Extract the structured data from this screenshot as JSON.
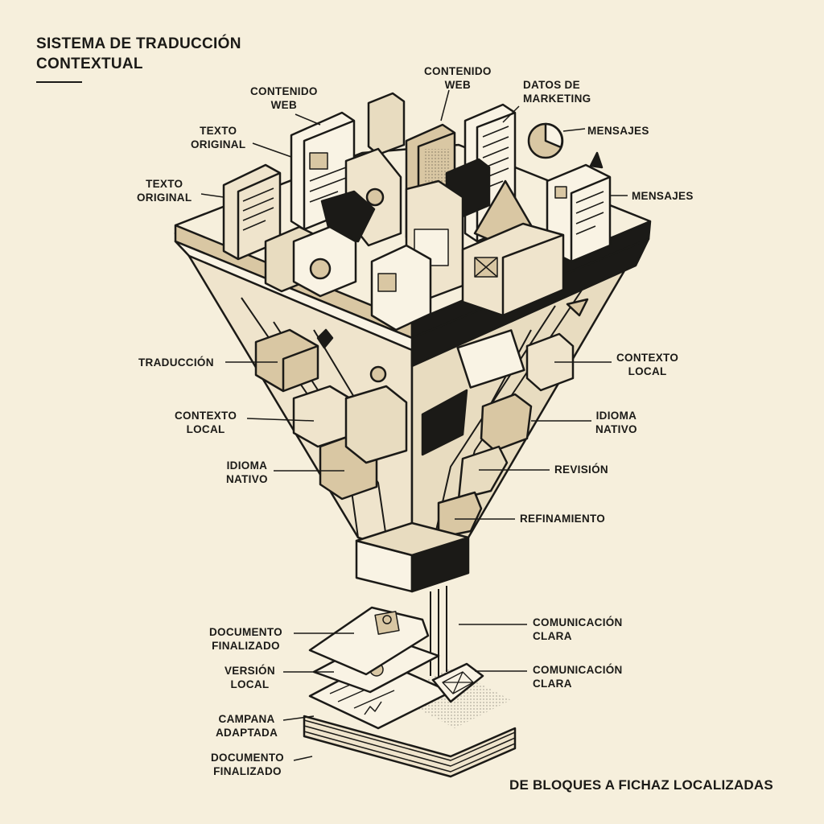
{
  "title": "SISTEMA DE TRADUCCIÓN\nCONTEXTUAL",
  "footer": "DE BLOQUES A FICHAZ LOCALIZADAS",
  "labels": {
    "contenido_web_left": "CONTENIDO\nWEB",
    "contenido_web_top": "CONTENIDO\nWEB",
    "datos_marketing": "DATOS DE\nMARKETING",
    "mensajes_top": "MENSAJES",
    "mensajes_right": "MENSAJES",
    "texto_original_1": "TEXTO\nORIGINAL",
    "texto_original_2": "TEXTO\nORIGINAL",
    "traduccion": "TRADUCCIÓN",
    "contexto_local_left": "CONTEXTO\nLOCAL",
    "idioma_nativo_left": "IDIOMA\nNATIVO",
    "contexto_local_right": "CONTEXTO\nLOCAL",
    "idioma_nativo_right": "IDIOMA\nNATIVO",
    "revision": "REVISIÓN",
    "refinamiento": "REFINAMIENTO",
    "documento_finalizado_1": "DOCUMENTO\nFINALIZADO",
    "version_local": "VERSIÓN\nLOCAL",
    "campana_adaptada": "CAMPANA\nADAPTADA",
    "documento_finalizado_2": "DOCUMENTO\nFINALIZADO",
    "comunicacion_clara_1": "COMUNICACIÓN\nCLARA",
    "comunicacion_clara_2": "COMUNICACIÓN\nCLARA"
  },
  "colors": {
    "background": "#f6efdc",
    "ink": "#1b1a17",
    "paper": "#efe4cc",
    "tan": "#d9c7a3",
    "light": "#f9f3e4"
  }
}
